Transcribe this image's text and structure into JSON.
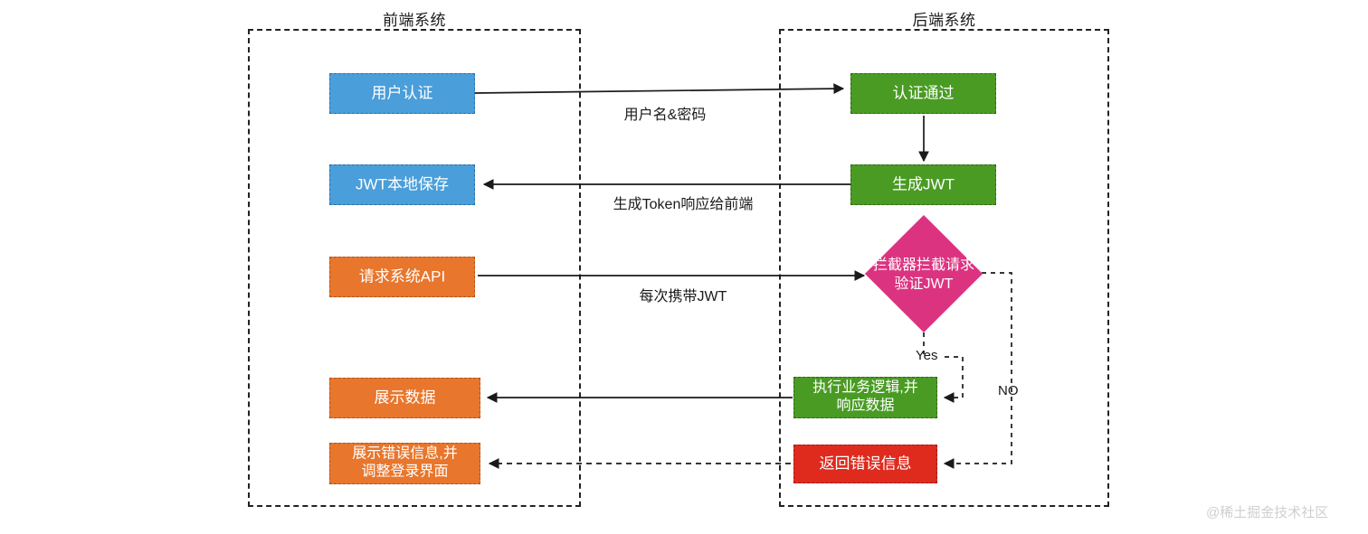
{
  "diagram": {
    "title_frontend": "前端系统",
    "title_backend": "后端系统",
    "watermark": "@稀土掘金技术社区",
    "colors": {
      "blue": "#4A9EDA",
      "green": "#4A9B24",
      "orange": "#E8762C",
      "red": "#DE2B1E",
      "pink": "#DC3380",
      "line": "#222222",
      "text": "#1A1A1A",
      "watermark": "#CFCFCF"
    }
  },
  "nodes": {
    "user_auth": "用户认证",
    "jwt_local_save": "JWT本地保存",
    "request_api": "请求系统API",
    "show_data": "展示数据",
    "show_error_line1": "展示错误信息,并",
    "show_error_line2": "调整登录界面",
    "auth_pass": "认证通过",
    "generate_jwt": "生成JWT",
    "interceptor_line1": "拦截器拦截请求",
    "interceptor_line2": "验证JWT",
    "business_logic_line1": "执行业务逻辑,并",
    "business_logic_line2": "响应数据",
    "return_error": "返回错误信息"
  },
  "edges": {
    "username_password": "用户名&密码",
    "token_response": "生成Token响应给前端",
    "carry_jwt": "每次携带JWT",
    "yes": "Yes",
    "no": "NO"
  }
}
